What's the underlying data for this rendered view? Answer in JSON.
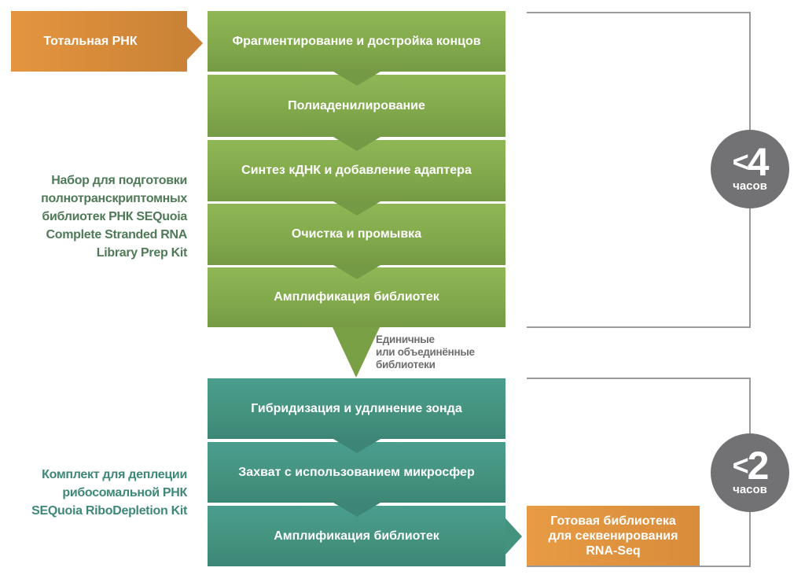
{
  "input": {
    "label": "Тотальная РНК"
  },
  "kits": [
    {
      "label_lines": [
        "Набор для подготовки",
        "полнотранскриптомных",
        "библиотек РНК SEQuoia",
        "Complete Stranded RNA",
        "Library Prep Kit"
      ]
    },
    {
      "label_lines": [
        "Комплект для деплеции",
        "рибосомальной РНК",
        "SEQuoia RiboDepletion Kit"
      ]
    }
  ],
  "stage1_steps": [
    "Фрагментирование и достройка концов",
    "Полиаденилирование",
    "Синтез кДНК и добавление адаптера",
    "Очистка и промывка",
    "Амплификация библиотек"
  ],
  "transition_note": [
    "Единичные",
    "или объединённые",
    "библиотеки"
  ],
  "stage2_steps": [
    "Гибридизация и удлинение зонда",
    "Захват с использованием микросфер",
    "Амплификация библиотек"
  ],
  "output": {
    "label_lines": [
      "Готовая библиотека",
      "для секвенирования",
      "RNA-Seq"
    ]
  },
  "timings": [
    {
      "prefix": "<",
      "value": "4",
      "unit": "часов"
    },
    {
      "prefix": "<",
      "value": "2",
      "unit": "часов"
    }
  ],
  "colors": {
    "stage1": "#82aa4c",
    "stage2": "#44937f",
    "input_output": "#e0913d",
    "badge": "#727274",
    "kit1_text": "#4f7a57",
    "kit2_text": "#3e8878"
  }
}
